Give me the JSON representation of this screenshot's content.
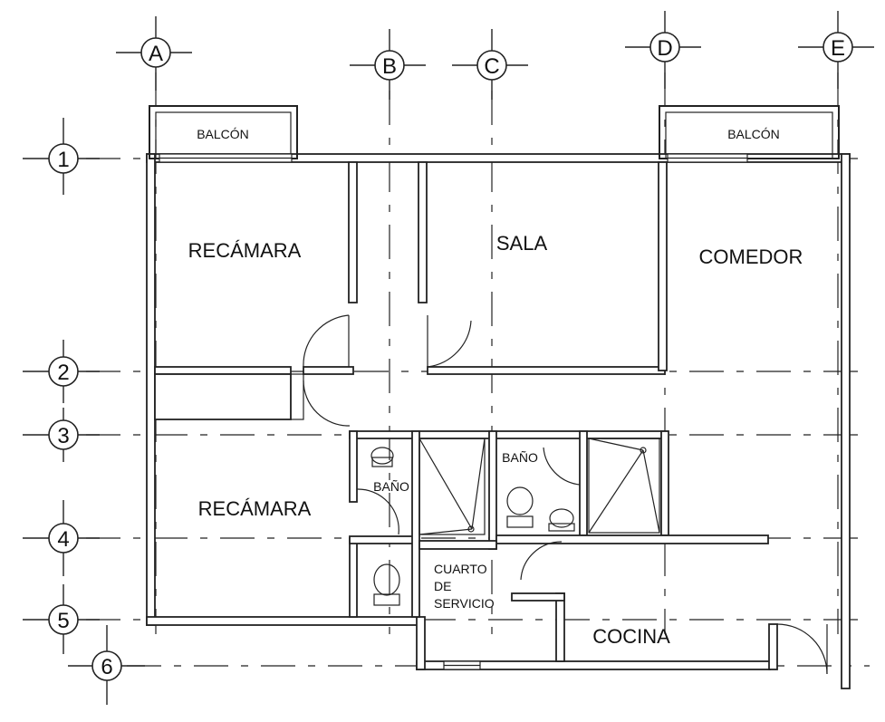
{
  "grid": {
    "columns": [
      "A",
      "B",
      "C",
      "D",
      "E"
    ],
    "rows": [
      "1",
      "2",
      "3",
      "4",
      "5",
      "6"
    ]
  },
  "rooms": {
    "balcon_left": "BALCÓN",
    "balcon_right": "BALCÓN",
    "recamara_top": "RECÁMARA",
    "sala": "SALA",
    "comedor": "COMEDOR",
    "recamara_bottom": "RECÁMARA",
    "bano_left": "BAÑO",
    "bano_right": "BAÑO",
    "cuarto_line1": "CUARTO",
    "cuarto_line2": "DE",
    "cuarto_line3": "SERVICIO",
    "cocina": "COCINA"
  }
}
